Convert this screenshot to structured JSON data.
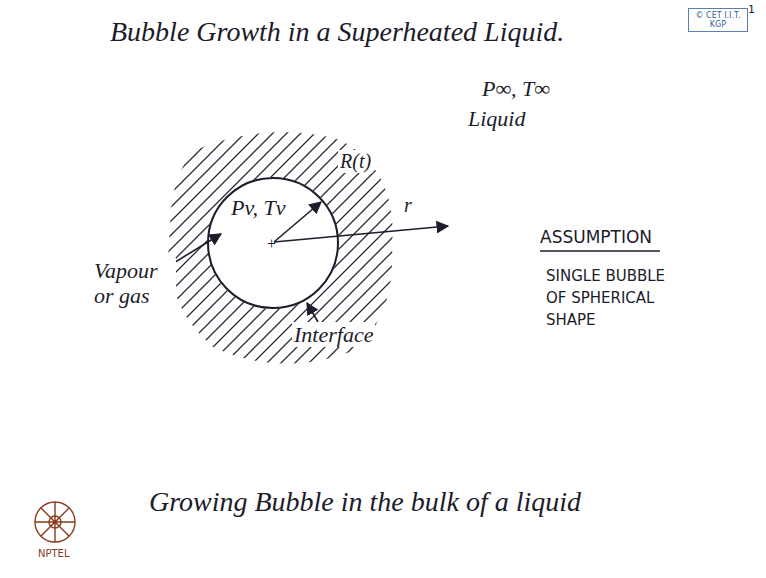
{
  "diagram": {
    "title": "Bubble Growth in a Superheated Liquid.",
    "caption": "Growing Bubble in the bulk of a liquid",
    "nodes": [
      {
        "text": [
          "© CET I.I.T. KGP"
        ]
      },
      {
        "text": [
          "Pv, Tv"
        ]
      }
    ],
    "labels": [
      "P∞, T∞",
      "Liquid",
      "R(t)",
      "r",
      "Vapour or gas",
      "Interface",
      "ASSUMPTION",
      "SINGLE BUBBLE OF SPHERICAL SHAPE",
      "1",
      "NPTEL"
    ]
  }
}
